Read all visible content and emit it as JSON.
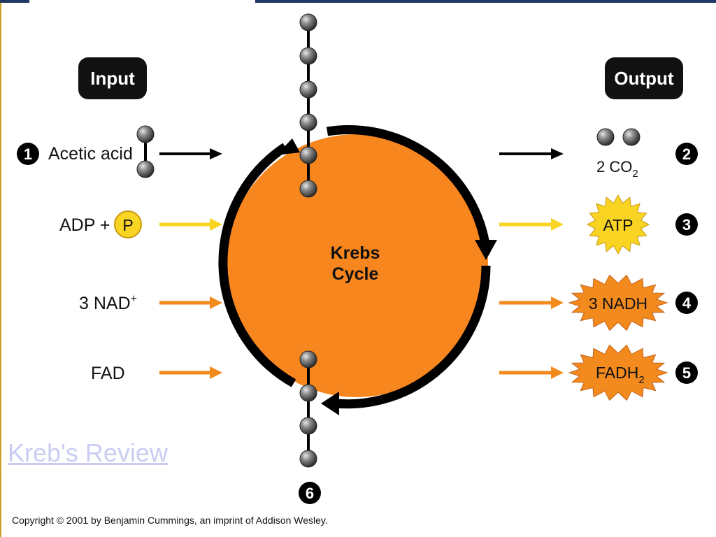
{
  "headers": {
    "input": "Input",
    "output": "Output"
  },
  "inputs": [
    {
      "step": "1",
      "label": "Acetic acid"
    },
    {
      "label": "ADP +",
      "phosphate": "P"
    },
    {
      "label": "3 NAD",
      "superscript": "+"
    },
    {
      "label": "FAD"
    }
  ],
  "outputs": [
    {
      "step": "2",
      "label": "2 CO",
      "subscript": "2"
    },
    {
      "step": "3",
      "label": "ATP"
    },
    {
      "step": "4",
      "label": "3 NADH"
    },
    {
      "step": "5",
      "label": "FADH",
      "subscript": "2"
    }
  ],
  "cycle": {
    "line1": "Krebs",
    "line2": "Cycle"
  },
  "bottom_step": "6",
  "link_text": "Kreb's Review",
  "copyright": "Copyright © 2001 by Benjamin Cummings, an imprint of Addison Wesley.",
  "colors": {
    "cycle_fill": "#f7861f",
    "black_arrow": "#000000",
    "yellow_arrow": "#f9d423",
    "orange_arrow": "#f28a1e",
    "atp_burst": "#f9d423",
    "nadh_burst": "#f28a1e"
  }
}
